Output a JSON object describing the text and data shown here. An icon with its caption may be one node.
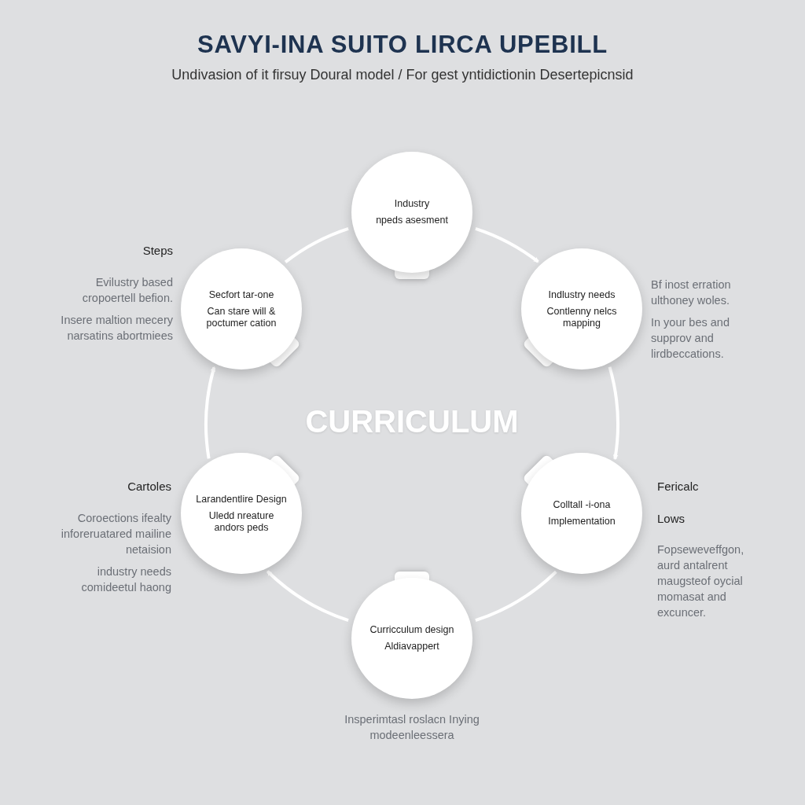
{
  "diagram": {
    "title": "SAVYI-INA SUITO LIRCA UPEBILL",
    "caption": "Undivasion of it firsuy Doural model / For gest yntidictionin Desertepicnsid",
    "nodes": [
      {
        "text": [
          "Industry",
          "npeds asesment"
        ]
      },
      {
        "text": [
          "Indlustry needs",
          "Contlenny nelcs mapping"
        ],
        "beside": [
          "Bf inost erration ulthoney woles.",
          "In your bes and supprov and lirdbeccations."
        ]
      },
      {
        "text": [
          "Colltall -i-ona",
          "Implementation"
        ],
        "beside": [
          "Fericalc",
          "Lows",
          "Fopseweveffgon, aurd antalrent maugsteof oycial momasat and excuncer."
        ]
      },
      {
        "text": [
          "Curricculum design",
          "Aldiavappert"
        ],
        "beside": [
          "Insperimtasl roslacn Inying modeenleessera"
        ]
      },
      {
        "text": [
          "Larandentlire Design",
          "Uledd nreature andors peds"
        ],
        "beside": [
          "Cartoles",
          "Coroections ifealty inforeruatared mailine netaision",
          "industry needs comideetul haong"
        ]
      },
      {
        "text": [
          "Secfort tar-one",
          "Can stare will & poctumer cation"
        ],
        "beside": [
          "Steps",
          "Evilustry based cropoertell befion.",
          "Insere maltion mecery narsatins abortmiees"
        ]
      }
    ],
    "edges": [
      {
        "from": 0,
        "to": 1,
        "arrow": "to"
      },
      {
        "from": 1,
        "to": 2,
        "arrow": "to"
      },
      {
        "from": 2,
        "to": 3,
        "arrow": "none"
      },
      {
        "from": 3,
        "to": 4,
        "arrow": "to"
      },
      {
        "from": 4,
        "to": 5,
        "arrow": "to"
      },
      {
        "from": 5,
        "to": 0,
        "arrow": "none"
      }
    ],
    "labels": [
      "CURRICULUM"
    ]
  }
}
